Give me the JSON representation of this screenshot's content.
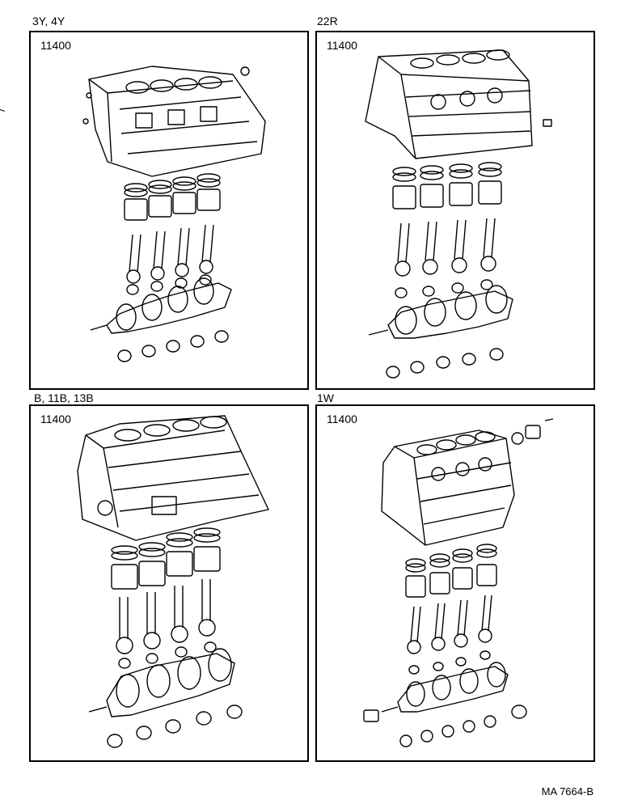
{
  "quadrants": [
    {
      "engine": "3Y, 4Y",
      "part_no": "11400"
    },
    {
      "engine": "22R",
      "part_no": "11400"
    },
    {
      "engine": "B, 11B, 13B",
      "part_no": "11400"
    },
    {
      "engine": "1W",
      "part_no": "11400"
    }
  ],
  "diagram_ref": "MA 7664-B"
}
